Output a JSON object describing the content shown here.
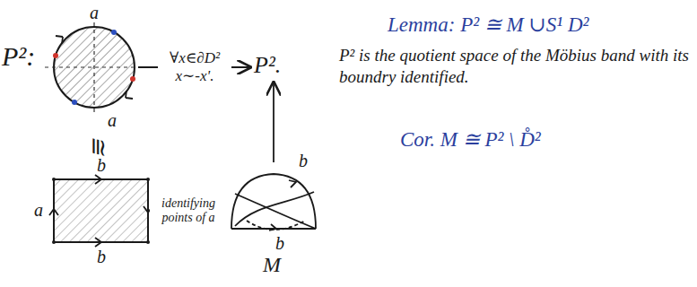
{
  "diagram": {
    "nodes": [
      {
        "text": [
          "P²:",
          "a",
          "a"
        ]
      },
      {
        "text": [
          "P²."
        ]
      },
      {
        "text": [
          "b",
          "a",
          "a",
          "b"
        ]
      },
      {
        "text": [
          "b",
          "b",
          "M"
        ]
      }
    ],
    "edges": [
      {
        "from": 0,
        "to": 1,
        "arrow": "to",
        "label": "∀x∈∂D² x∼-x'."
      },
      {
        "from": 2,
        "to": 3,
        "arrow": "to",
        "label": "identifying points of a"
      },
      {
        "from": 3,
        "to": 1,
        "arrow": "to"
      }
    ],
    "labels": [
      "≅",
      "Lemma: P² ≅ M ∪S¹ D²",
      "P² is the quotient space of the Möbius band with its boundry identified.",
      "Cor. M ≅ P² \\ D̊²"
    ]
  }
}
